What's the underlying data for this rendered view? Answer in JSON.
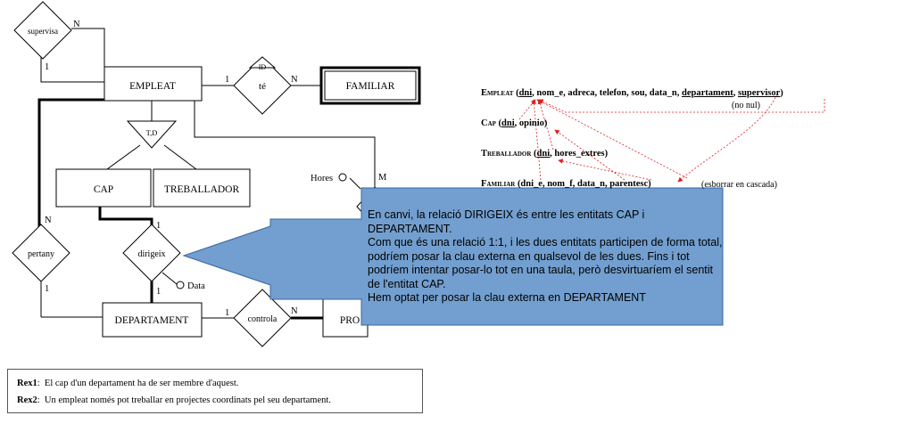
{
  "diagram": {
    "entities": {
      "empleat": "EMPLEAT",
      "familiar": "FAMILIAR",
      "cap": "CAP",
      "treballador": "TREBALLADOR",
      "departament": "DEPARTAMENT",
      "projecte": "PRO"
    },
    "relationships": {
      "supervisa": "supervisa",
      "te": "té",
      "pertany": "pertany",
      "dirigeix": "dirigeix",
      "controla": "controla",
      "te_id": "ID",
      "td": "T,D"
    },
    "attributes": {
      "hores": "Hores",
      "data": "Data"
    },
    "cardinalities": {
      "supervisa_top": "N",
      "supervisa_bottom": "1",
      "te_left": "1",
      "te_right": "N",
      "pertany_top": "N",
      "pertany_bottom": "1",
      "dirigeix_top": "1",
      "dirigeix_bottom": "1",
      "controla_left": "1",
      "controla_right": "N",
      "treballa_m": "M"
    }
  },
  "relational": {
    "empleat": {
      "name": "Empleat",
      "key": "dni",
      "rest": ", nom_e, adreca, telefon, sou, data_n, ",
      "fk1": "departament",
      "sep": ", ",
      "fk2": "supervisor",
      "close": ")",
      "note": "(no nul)"
    },
    "cap": {
      "name": "Cap",
      "key": "dni",
      "rest": ", opinio)"
    },
    "treballador": {
      "name": "Treballador",
      "key": "dni",
      "rest": ", hores_extres)"
    },
    "familiar": {
      "name": "Familiar",
      "rest": " (dni_e, nom_f, data_n, parentesc)",
      "note": "(esborrar en cascada)"
    }
  },
  "callout": {
    "lines": [
      "En canvi, la relació DIRIGEIX és entre les entitats CAP i DEPARTAMENT.",
      "Com que és una relació 1:1, i les dues entitats participen de forma total, podríem posar la clau externa en qualsevol de les dues. Fins i tot podríem intentar posar-lo tot en una taula, però desvirtuaríem el sentit de l'entitat CAP.",
      "Hem optat per posar la clau externa en DEPARTAMENT"
    ]
  },
  "rules": [
    {
      "id": "Rex1",
      "text": "El cap d'un departament ha de ser membre d'aquest."
    },
    {
      "id": "Rex2",
      "text": "Un empleat només pot treballar en projectes coordinats pel seu departament."
    }
  ],
  "colors": {
    "callout_fill": "#729fcf",
    "callout_stroke": "#3465a4",
    "fk_arrow": "#e02020"
  }
}
